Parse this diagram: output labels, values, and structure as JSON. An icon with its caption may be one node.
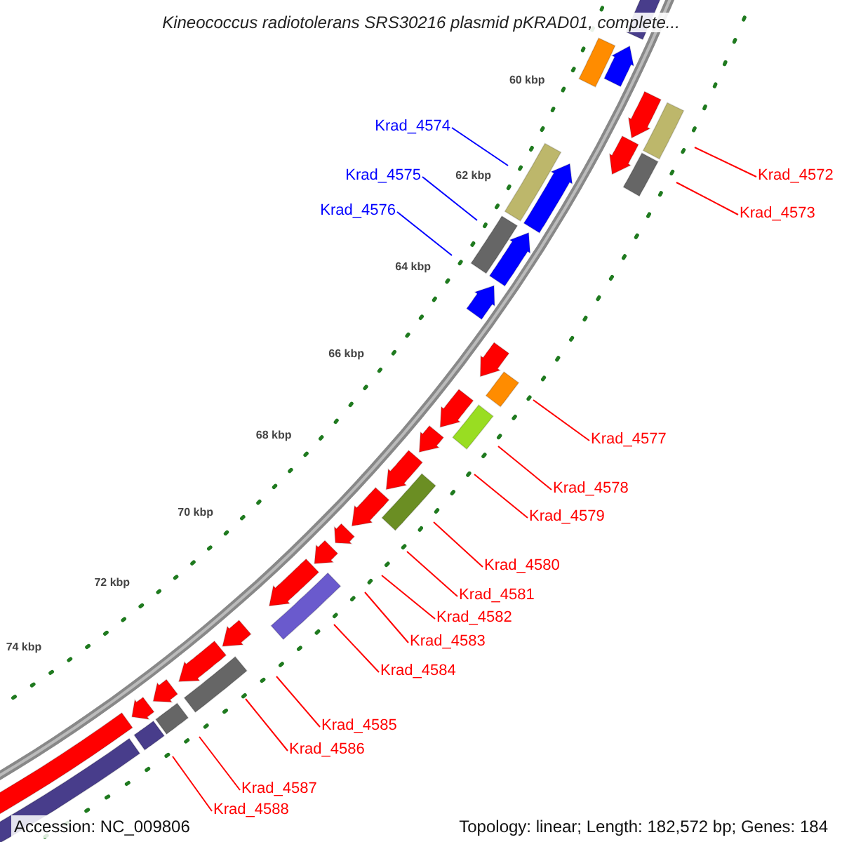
{
  "diagram": {
    "title": "Kineococcus radiotolerans SRS30216 plasmid pKRAD01, complete...",
    "nodes": [
      {
        "text": [
          "Krad_4572"
        ]
      },
      {
        "text": [
          "Krad_4573"
        ]
      },
      {
        "text": [
          "Krad_4574"
        ]
      },
      {
        "text": [
          "Krad_4575"
        ]
      },
      {
        "text": [
          "Krad_4576"
        ]
      },
      {
        "text": [
          "Krad_4577"
        ]
      },
      {
        "text": [
          "Krad_4578"
        ]
      },
      {
        "text": [
          "Krad_4579"
        ]
      },
      {
        "text": [
          "Krad_4580"
        ]
      },
      {
        "text": [
          "Krad_4581"
        ]
      },
      {
        "text": [
          "Krad_4582"
        ]
      },
      {
        "text": [
          "Krad_4583"
        ]
      },
      {
        "text": [
          "Krad_4584"
        ]
      },
      {
        "text": [
          "Krad_4585"
        ]
      },
      {
        "text": [
          "Krad_4586"
        ]
      },
      {
        "text": [
          "Krad_4587"
        ]
      },
      {
        "text": [
          "Krad_4588"
        ]
      }
    ],
    "edges": [
      {
        "from": 0,
        "to": null,
        "arrow": "none"
      },
      {
        "from": 1,
        "to": null,
        "arrow": "none"
      },
      {
        "from": 2,
        "to": null,
        "arrow": "none",
        "color": "#0000ff"
      },
      {
        "from": 3,
        "to": null,
        "arrow": "none",
        "color": "#0000ff"
      },
      {
        "from": 4,
        "to": null,
        "arrow": "none",
        "color": "#0000ff"
      },
      {
        "from": 5,
        "to": null,
        "arrow": "none"
      },
      {
        "from": 6,
        "to": null,
        "arrow": "none"
      },
      {
        "from": 7,
        "to": null,
        "arrow": "none"
      },
      {
        "from": 8,
        "to": null,
        "arrow": "none"
      },
      {
        "from": 9,
        "to": null,
        "arrow": "none"
      },
      {
        "from": 10,
        "to": null,
        "arrow": "none"
      },
      {
        "from": 11,
        "to": null,
        "arrow": "none"
      },
      {
        "from": 12,
        "to": null,
        "arrow": "none"
      },
      {
        "from": 13,
        "to": null,
        "arrow": "none"
      },
      {
        "from": 14,
        "to": null,
        "arrow": "none"
      },
      {
        "from": 15,
        "to": null,
        "arrow": "none"
      },
      {
        "from": 16,
        "to": null,
        "arrow": "none"
      }
    ],
    "labels": [
      "60 kbp",
      "62 kbp",
      "64 kbp",
      "66 kbp",
      "68 kbp",
      "70 kbp",
      "72 kbp",
      "74 kbp",
      "Accession: NC_009806",
      "Topology: linear; Length: 182,572 bp; Genes: 184"
    ]
  }
}
